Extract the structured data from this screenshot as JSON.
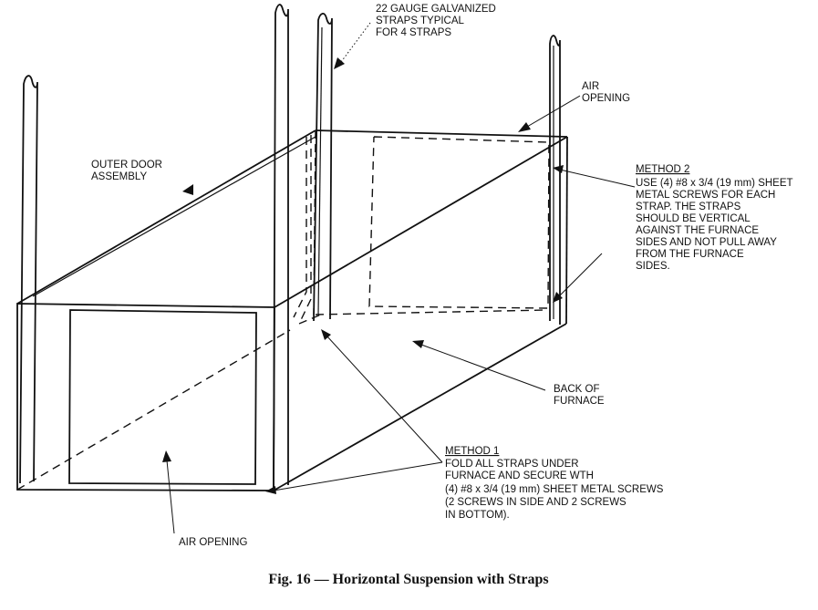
{
  "labels": {
    "straps": [
      "22 GAUGE GALVANIZED",
      "STRAPS TYPICAL",
      "FOR 4 STRAPS"
    ],
    "air_opening_top": [
      "AIR",
      "OPENING"
    ],
    "outer_door": [
      "OUTER DOOR",
      "ASSEMBLY"
    ],
    "method2_heading": "METHOD 2",
    "method2_body": [
      "USE (4) #8 x 3/4 (19 mm) SHEET",
      "METAL SCREWS FOR EACH",
      "STRAP. THE STRAPS",
      "SHOULD BE VERTICAL",
      "AGAINST THE FURNACE",
      "SIDES AND NOT PULL AWAY",
      "FROM THE FURNACE",
      "SIDES."
    ],
    "back_of_furnace": [
      "BACK OF",
      "FURNACE"
    ],
    "method1_heading": "METHOD 1",
    "method1_body": [
      "FOLD ALL STRAPS UNDER",
      "FURNACE AND SECURE WTH",
      "(4) #8 x 3/4 (19 mm) SHEET METAL SCREWS",
      "(2 SCREWS IN SIDE AND 2 SCREWS",
      "IN BOTTOM)."
    ],
    "air_opening_bottom": "AIR OPENING"
  },
  "caption": "Fig. 16 — Horizontal Suspension with Straps"
}
